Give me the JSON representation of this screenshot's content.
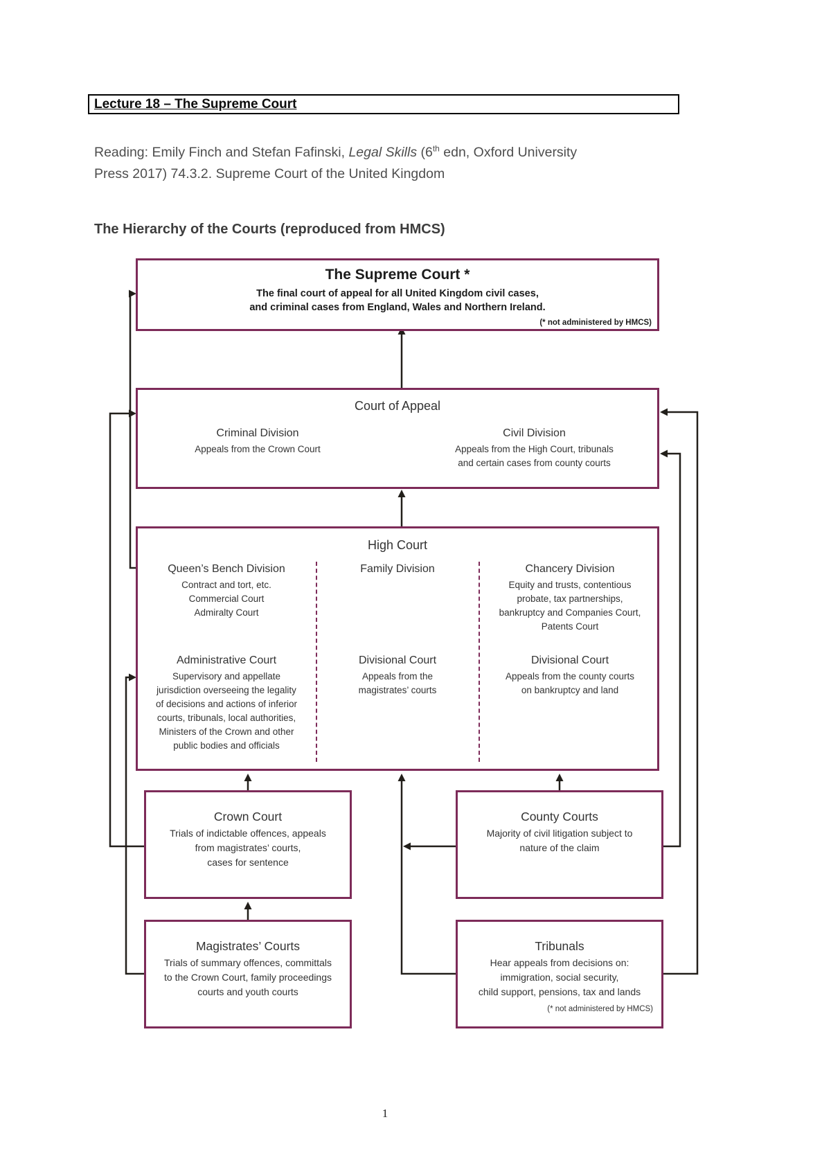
{
  "header": {
    "lecture_title": "Lecture 18 – The Supreme Court"
  },
  "reading": {
    "p1": "Reading: Emily Finch and Stefan Fafinski, ",
    "italic": "Legal Skills",
    "p2": " (6",
    "sup": "th",
    "p3": " edn, Oxford University",
    "line2": "Press 2017) 74.3.2. Supreme Court of the United Kingdom"
  },
  "heading": {
    "text": "The Hierarchy of the Courts (reproduced from HMCS)"
  },
  "diagram": {
    "supreme_court": {
      "title": "The Supreme Court *",
      "desc": "The final court of appeal for all United Kingdom civil cases,\nand criminal cases from England, Wales and Northern Ireland.",
      "note": "(* not administered by HMCS)"
    },
    "court_of_appeal": {
      "title": "Court of Appeal",
      "criminal": {
        "title": "Criminal Division",
        "desc": "Appeals from the Crown Court"
      },
      "civil": {
        "title": "Civil Division",
        "desc": "Appeals from the High Court, tribunals\nand certain cases from county courts"
      }
    },
    "high_court": {
      "title": "High Court",
      "columns": [
        {
          "top_title": "Queen’s Bench Division",
          "top_desc": "Contract and tort, etc.\nCommercial Court\nAdmiralty Court",
          "bottom_title": "Administrative Court",
          "bottom_desc": "Supervisory and appellate\njurisdiction overseeing the legality\nof decisions and actions of inferior\ncourts, tribunals, local authorities,\nMinisters of the Crown and other\npublic bodies and officials"
        },
        {
          "top_title": "Family Division",
          "top_desc": "",
          "bottom_title": "Divisional Court",
          "bottom_desc": "Appeals from the\nmagistrates’ courts"
        },
        {
          "top_title": "Chancery Division",
          "top_desc": "Equity and trusts, contentious\nprobate, tax partnerships,\nbankruptcy and Companies Court,\nPatents Court",
          "bottom_title": "Divisional Court",
          "bottom_desc": "Appeals from the county courts\non bankruptcy and land"
        }
      ]
    },
    "crown_court": {
      "title": "Crown Court",
      "desc": "Trials of indictable offences, appeals\nfrom magistrates’ courts,\ncases for sentence"
    },
    "county_courts": {
      "title": "County Courts",
      "desc": "Majority of civil litigation subject to\nnature of the claim"
    },
    "magistrates_courts": {
      "title": "Magistrates’ Courts",
      "desc": "Trials of summary offences, committals\nto the Crown Court, family proceedings\ncourts and youth courts"
    },
    "tribunals": {
      "title": "Tribunals",
      "desc": "Hear appeals from decisions on:\nimmigration, social security,\nchild support, pensions, tax and lands",
      "note": "(* not administered by HMCS)"
    }
  },
  "footer": {
    "page_number": "1"
  },
  "colors": {
    "box_border": "#7d2b59",
    "connector": "#221f1a"
  }
}
